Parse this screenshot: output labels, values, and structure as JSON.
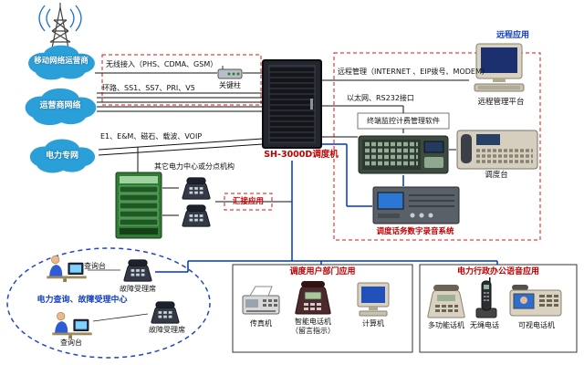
{
  "colors": {
    "cloud_blue": "#2a9fd8",
    "line_black": "#111111",
    "line_blue": "#0033cc",
    "dashed_red": "#e01010",
    "dashed_blue": "#2244cc",
    "label_red": "#c00000",
    "label_blue": "#1540c0",
    "pbx_green": "#2e7d33"
  },
  "clouds": {
    "mobile_label": "移动网络运营商",
    "carrier_label": "运营商网络",
    "power_label": "电力专网"
  },
  "links": {
    "wireless_label": "无线接入（PHS、CDMA、GSM）",
    "antenna_label": "关键柱",
    "trunk_label": "环路、SS1、SS7、PRI、V5",
    "power_trunk_label": "E1、E&M、磁石、载波、VOIP",
    "remote_mgmt_label": "远程管理（INTERNET 、EIP拨号、MODEM）",
    "ethernet_label": "以太网、RS232接口"
  },
  "center": {
    "rack_label": "SH-3000D调度机"
  },
  "right_panel": {
    "remote_app_label": "远程应用",
    "remote_platform_label": "远程管理平台",
    "terminal_software_label": "终端监控计费管理软件",
    "dispatch_console_label": "调度台",
    "recording_label": "调度话务数字录音系统"
  },
  "tandem": {
    "branch_title": "其它电力中心或分点机构",
    "tandem_label": "汇接应用"
  },
  "inquiry": {
    "title": "电力查询、故障受理中心",
    "desk_label": "查询台",
    "seat_label": "故障受理席"
  },
  "dept_box": {
    "title": "调度用户部门应用",
    "fax_label": "传真机",
    "smart_phone_label": "智能电话机",
    "smart_phone_note": "（留言指示）",
    "computer_label": "计算机"
  },
  "office_box": {
    "title": "电力行政办公语音应用",
    "multi_phone_label": "多功能话机",
    "cordless_label": "无绳电话",
    "video_phone_label": "可视电话机"
  }
}
